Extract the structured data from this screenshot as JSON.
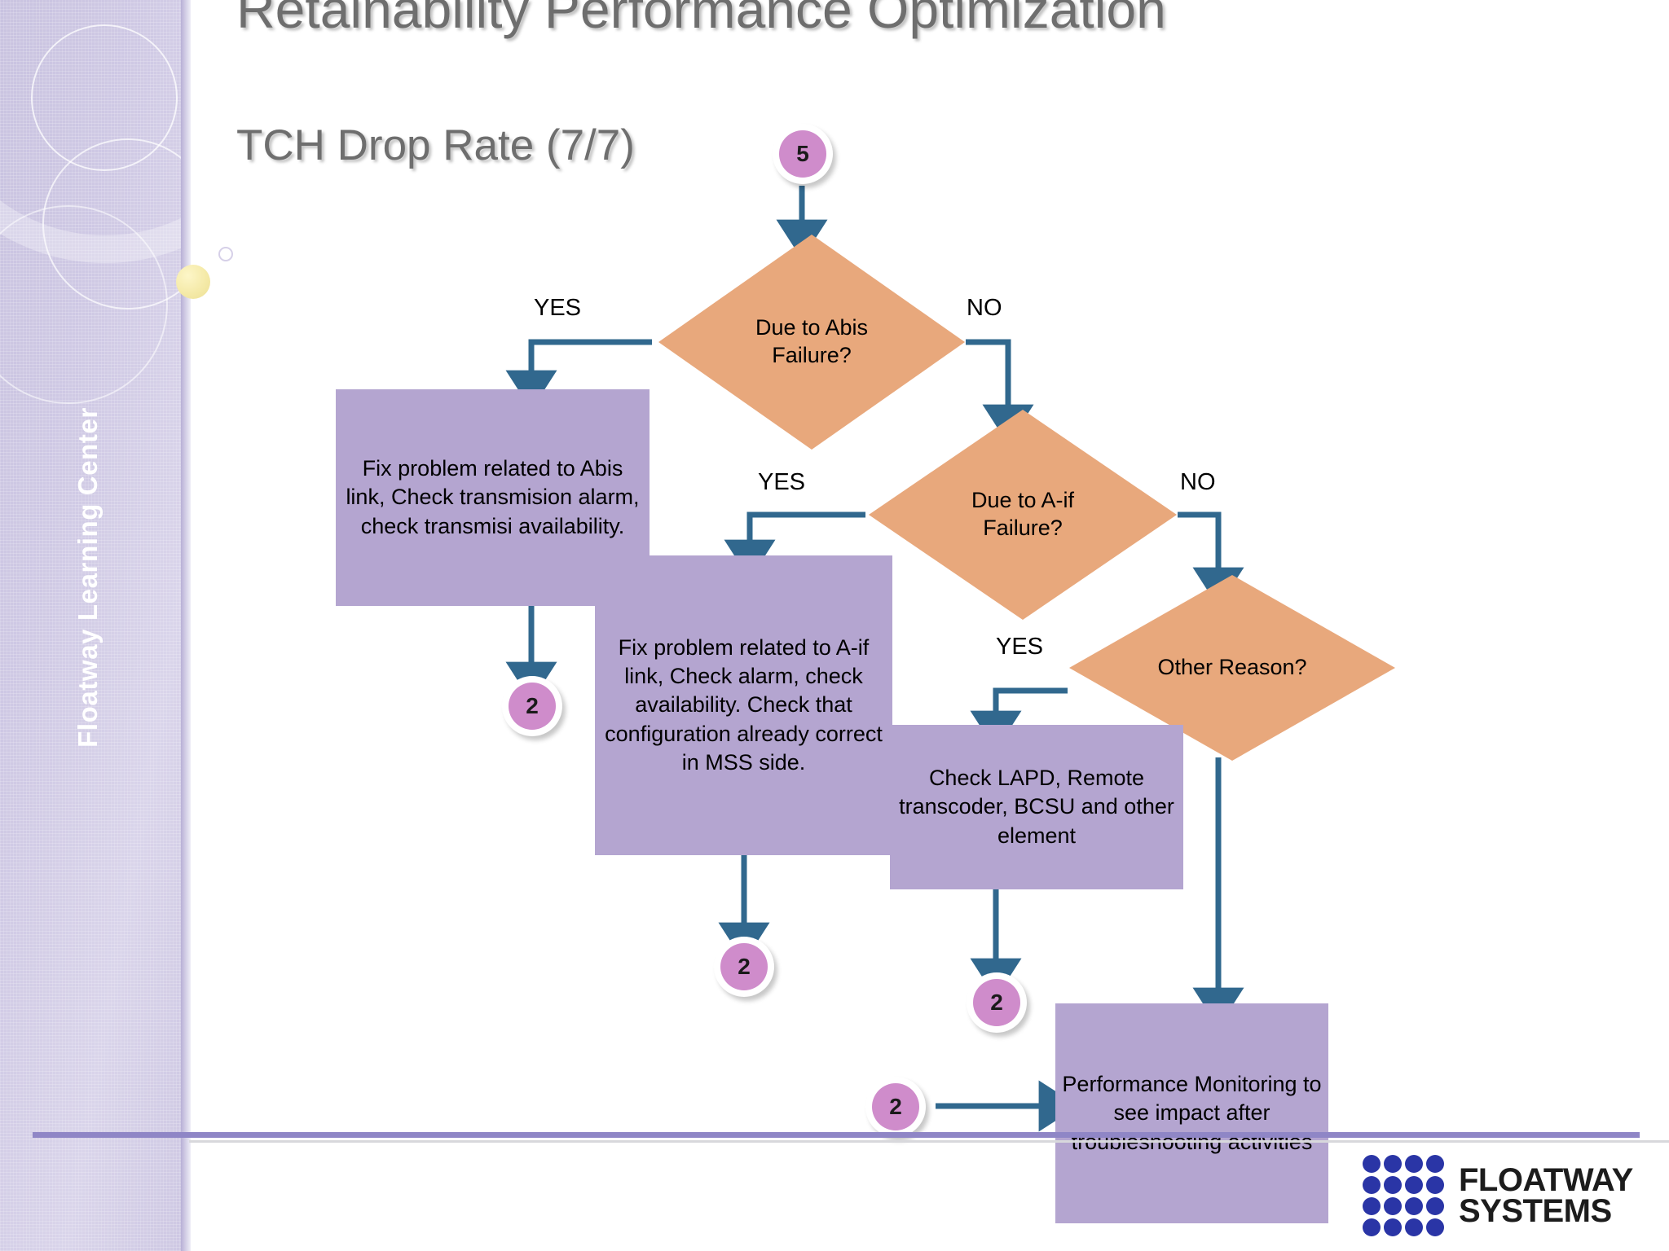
{
  "slide": {
    "title": "Retainability Performance Optimization",
    "subtitle": "TCH Drop Rate (7/7)",
    "sidebar_label": "Floatway Learning Center",
    "colors": {
      "decision_fill": "#E8A87C",
      "process_fill": "#B4A5D0",
      "connector": "#31688E",
      "circle_fill": "#CF8CCB",
      "sidebar": "#CDC7E2",
      "rule": "#8F86C6",
      "title_text": "#6E6E6E"
    }
  },
  "flow": {
    "start_marker": "5",
    "decisions": [
      {
        "id": "abis",
        "text": "Due to Abis Failure?",
        "yes_label": "YES",
        "no_label": "NO"
      },
      {
        "id": "aif",
        "text": "Due to A-if Failure?",
        "yes_label": "YES",
        "no_label": "NO"
      },
      {
        "id": "other",
        "text": "Other Reason?",
        "yes_label": "YES",
        "no_label": ""
      }
    ],
    "processes": [
      {
        "id": "abis-fix",
        "text": "Fix problem related to Abis link, Check transmision alarm, check transmisi availability."
      },
      {
        "id": "aif-fix",
        "text": "Fix problem related to A-if link, Check alarm, check availability. Check that configuration already correct in MSS side."
      },
      {
        "id": "lapd",
        "text": "Check LAPD, Remote transcoder, BCSU and other element"
      },
      {
        "id": "perf",
        "text": "Performance Monitoring  to see impact after troubleshooting activities"
      }
    ],
    "connectors": [
      {
        "id": "conn-abis",
        "label": "2"
      },
      {
        "id": "conn-aif",
        "label": "2"
      },
      {
        "id": "conn-lapd",
        "label": "2"
      },
      {
        "id": "conn-perf-in",
        "label": "2"
      }
    ]
  },
  "logo": {
    "line1": "FLOATWAY",
    "line2": "SYSTEMS"
  }
}
